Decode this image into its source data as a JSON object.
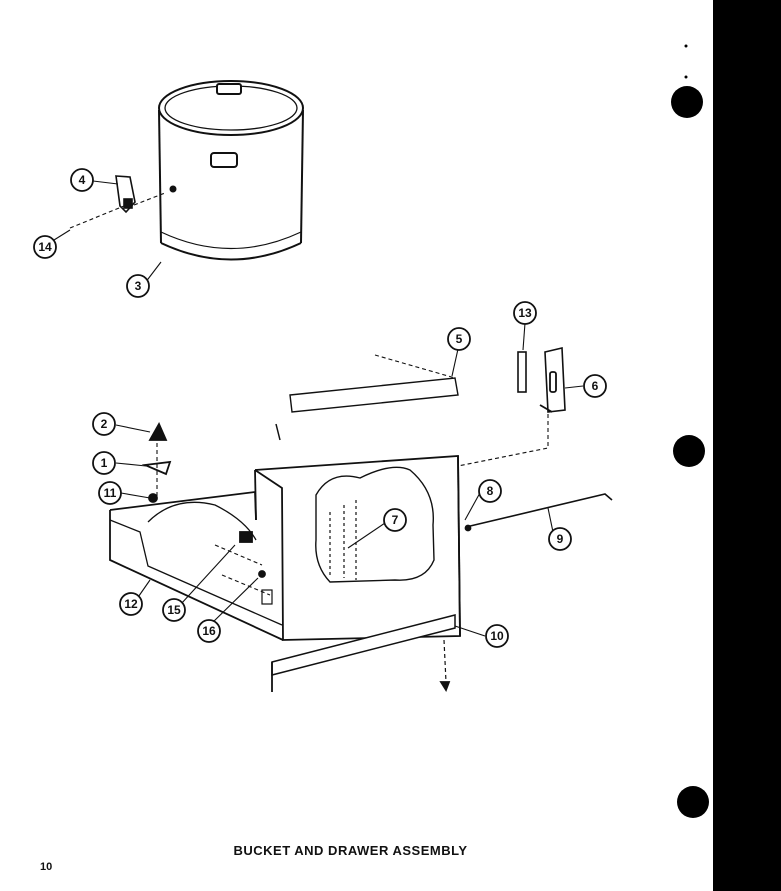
{
  "caption": "BUCKET AND DRAWER ASSEMBLY",
  "page_number": "10",
  "callouts": [
    "1",
    "2",
    "3",
    "4",
    "5",
    "6",
    "7",
    "8",
    "9",
    "10",
    "11",
    "12",
    "13",
    "14",
    "15",
    "16"
  ],
  "colors": {
    "ink": "#111111",
    "paper": "#ffffff",
    "binding": "#000000"
  }
}
